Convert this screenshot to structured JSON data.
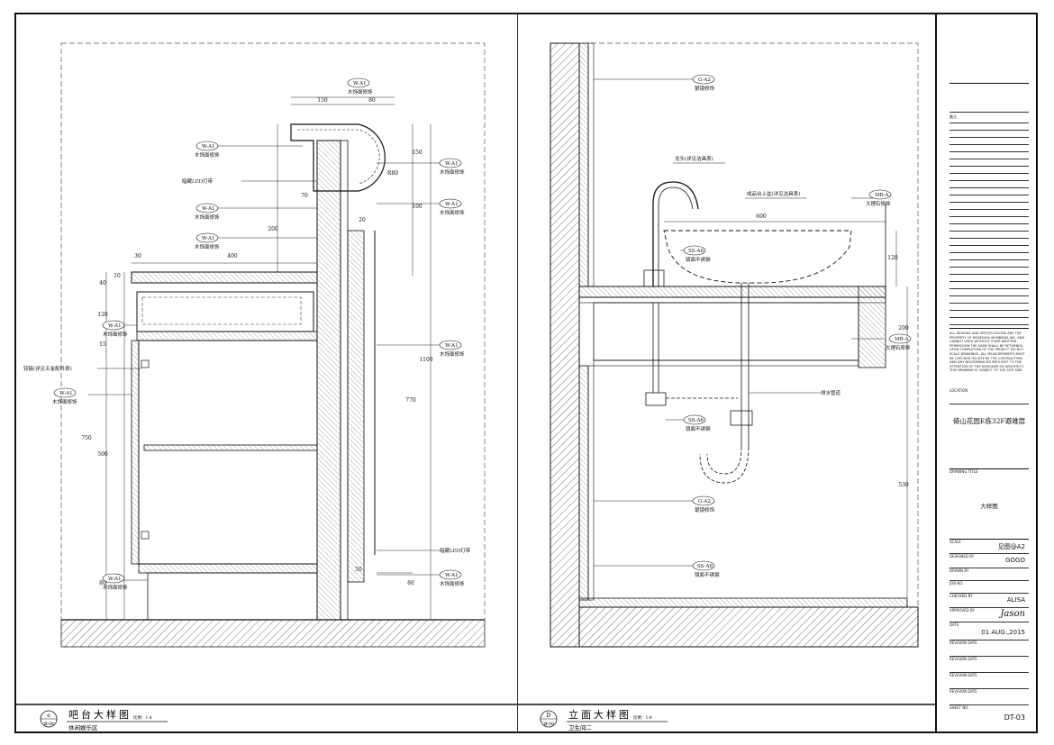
{
  "left_panel": {
    "title": "吧台大样图",
    "subtitle": "休闲娱乐区",
    "scale": "比例：1:4",
    "marker_letter": "e",
    "marker_ref": "详-08",
    "dimensions": [
      "150",
      "80",
      "150",
      "R80",
      "70",
      "100",
      "200",
      "30",
      "400",
      "20",
      "10",
      "40",
      "120",
      "15",
      "1100",
      "770",
      "750",
      "500",
      "80",
      "50",
      "80"
    ],
    "labels": {
      "wa1": "W-A1",
      "wood_finish": "木饰面修饰",
      "led_strip": "暗藏LED灯带",
      "hidden_led": "暗藏LED灯带",
      "hinge": "铰链(详见五金配件表)"
    }
  },
  "right_panel": {
    "title": "立面大样图",
    "subtitle": "卫生间二",
    "scale": "比例：1:4",
    "marker_letter": "D",
    "marker_ref": "详-08",
    "dimensions": [
      "600",
      "120",
      "200",
      "530"
    ],
    "labels": {
      "ga2": "G-A2",
      "mirror": "银镜修饰",
      "faucet": "龙头(详见洁具表)",
      "basin": "成品台上盆(详见洁具表)",
      "mba": "MB-A",
      "marble": "大理石修饰",
      "ss": "SS-A6",
      "steel": "镜面不锈钢",
      "drain": "排水管道",
      "ga2b": "G-A2",
      "mirror2": "银镜修饰",
      "ss2": "SS-A6",
      "steel2": "镜面不锈钢",
      "ss3": "SS-A6",
      "steel3": "镜面不锈钢"
    }
  },
  "title_block": {
    "rev_label": "备注",
    "notes": "ALL DESIGNS AND SPECIFICATIONS ARE THE PROPERTY OF REMEDIOS SIEMBIEDA INC. AND CANNOT USED WITHOUT THEIR WRITTEN PERMISSION THE SAME SHALL BE RETURNED UPON COMPLETION OF THE PROJECT. DO NOT SCALE DRAWINGS. ALL MEASUREMENTS MUST BE CHECKED ON SITE BY THE CONTRACTORS AND ANY DISCREPANCIES BROUGHT TO THE ATTENTION OF THE DESIGNER OR ARCHITECT. THIS DRAWING IS SUBJECT TO THE SITE SIZE.",
    "location_label": "LOCATION",
    "project": "倚山花园E栋32F避难层",
    "drawing_title_label": "DRAWING TITLE",
    "drawing_title": "大样图",
    "scale_label": "SCALE",
    "scale_value": "见图@A2",
    "designed_label": "DESIGNED BY",
    "designed_value": "GOGO",
    "drawn_label": "DRAWN BY",
    "job_label": "JOB NO.",
    "checked_label": "CHECKED BY",
    "checked_value": "ALISA",
    "approved_label": "APPROVED BY",
    "approved_value": "Jason",
    "date_label": "DATE",
    "date_value": "01 AUG.,2015",
    "revision_label": "REVISION DATE",
    "sheet_label": "SHEET NO.",
    "sheet_value": "DT-03"
  }
}
